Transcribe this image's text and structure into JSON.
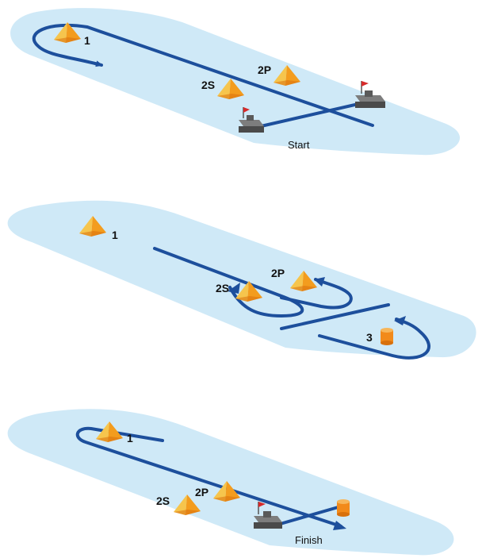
{
  "colors": {
    "water": "#cfe9f7",
    "course_line": "#1d4f9c",
    "buoy_light": "#f6c54d",
    "buoy_mid": "#f39c1e",
    "buoy_dark": "#d8700c",
    "boat_deck": "#7d7d7d",
    "boat_hull": "#4a4a4a",
    "flag": "#d62a2a",
    "cylinder": "#f28a1a"
  },
  "icons": [
    "pyramid-buoy-icon",
    "cylinder-buoy-icon",
    "committee-boat-icon",
    "pin-boat-icon",
    "flag-icon"
  ],
  "panels": [
    {
      "labels": {
        "mark_1": "1",
        "mark_2p": "2P",
        "mark_2s": "2S",
        "start": "Start"
      }
    },
    {
      "labels": {
        "mark_1": "1",
        "mark_2p": "2P",
        "mark_2s": "2S",
        "mark_3": "3"
      }
    },
    {
      "labels": {
        "mark_1": "1",
        "mark_2p": "2P",
        "mark_2s": "2S",
        "finish": "Finish"
      }
    }
  ]
}
